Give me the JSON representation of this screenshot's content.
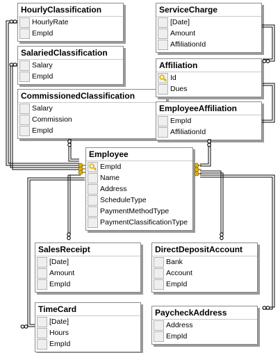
{
  "tables": [
    {
      "id": "HourlyClassification",
      "title": "HourlyClassification",
      "columns": [
        {
          "name": "HourlyRate",
          "key": false
        },
        {
          "name": "EmpId",
          "key": false
        }
      ]
    },
    {
      "id": "SalariedClassification",
      "title": "SalariedClassification",
      "columns": [
        {
          "name": "Salary",
          "key": false
        },
        {
          "name": "EmpId",
          "key": false
        }
      ]
    },
    {
      "id": "CommissionedClassification",
      "title": "CommissionedClassification",
      "columns": [
        {
          "name": "Salary",
          "key": false
        },
        {
          "name": "Commission",
          "key": false
        },
        {
          "name": "EmpId",
          "key": false
        }
      ]
    },
    {
      "id": "ServiceCharge",
      "title": "ServiceCharge",
      "columns": [
        {
          "name": "[Date]",
          "key": false
        },
        {
          "name": "Amount",
          "key": false
        },
        {
          "name": "AffiliationId",
          "key": false
        }
      ]
    },
    {
      "id": "Affiliation",
      "title": "Affiliation",
      "columns": [
        {
          "name": "Id",
          "key": true
        },
        {
          "name": "Dues",
          "key": false
        }
      ]
    },
    {
      "id": "EmployeeAffiliation",
      "title": "EmployeeAffiliation",
      "columns": [
        {
          "name": "EmpId",
          "key": false
        },
        {
          "name": "AffiliationId",
          "key": false
        }
      ]
    },
    {
      "id": "Employee",
      "title": "Employee",
      "columns": [
        {
          "name": "EmpId",
          "key": true
        },
        {
          "name": "Name",
          "key": false
        },
        {
          "name": "Address",
          "key": false
        },
        {
          "name": "ScheduleType",
          "key": false
        },
        {
          "name": "PaymentMethodType",
          "key": false
        },
        {
          "name": "PaymentClassificationType",
          "key": false
        }
      ]
    },
    {
      "id": "SalesReceipt",
      "title": "SalesReceipt",
      "columns": [
        {
          "name": "[Date]",
          "key": false
        },
        {
          "name": "Amount",
          "key": false
        },
        {
          "name": "EmpId",
          "key": false
        }
      ]
    },
    {
      "id": "DirectDepositAccount",
      "title": "DirectDepositAccount",
      "columns": [
        {
          "name": "Bank",
          "key": false
        },
        {
          "name": "Account",
          "key": false
        },
        {
          "name": "EmpId",
          "key": false
        }
      ]
    },
    {
      "id": "TimeCard",
      "title": "TimeCard",
      "columns": [
        {
          "name": "[Date]",
          "key": false
        },
        {
          "name": "Hours",
          "key": false
        },
        {
          "name": "EmpId",
          "key": false
        }
      ]
    },
    {
      "id": "PaycheckAddress",
      "title": "PaycheckAddress",
      "columns": [
        {
          "name": "Address",
          "key": false
        },
        {
          "name": "EmpId",
          "key": false
        }
      ]
    }
  ],
  "colors": {
    "line": "#000000",
    "key_icon": "#e3b400",
    "border": "#8a8a8a",
    "shadow": "#9a9a9a"
  },
  "icons": {
    "primary_key": "key-icon",
    "row_gutter": "row-selector-icon"
  }
}
